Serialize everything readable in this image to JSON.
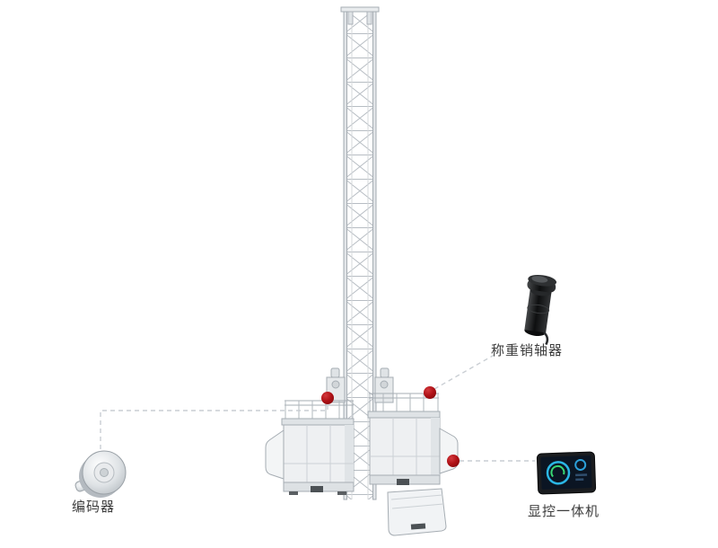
{
  "diagram": {
    "components": [
      {
        "id": "load-pin-sensor",
        "label": "称重销轴器",
        "icon": "load-pin-sensor-icon"
      },
      {
        "id": "encoder",
        "label": "编码器",
        "icon": "encoder-icon"
      },
      {
        "id": "display-all-in-one",
        "label": "显控一体机",
        "icon": "display-terminal-icon"
      }
    ]
  },
  "colors": {
    "background": "#ffffff",
    "marker_red": "#b01217",
    "leader_line": "#c9ced3",
    "structure_line": "#a6adb3",
    "structure_fill": "#eef0f2",
    "label_text": "#3d3d3d",
    "screen_accent_blue": "#2bb7e5",
    "screen_accent_green": "#38d873"
  }
}
